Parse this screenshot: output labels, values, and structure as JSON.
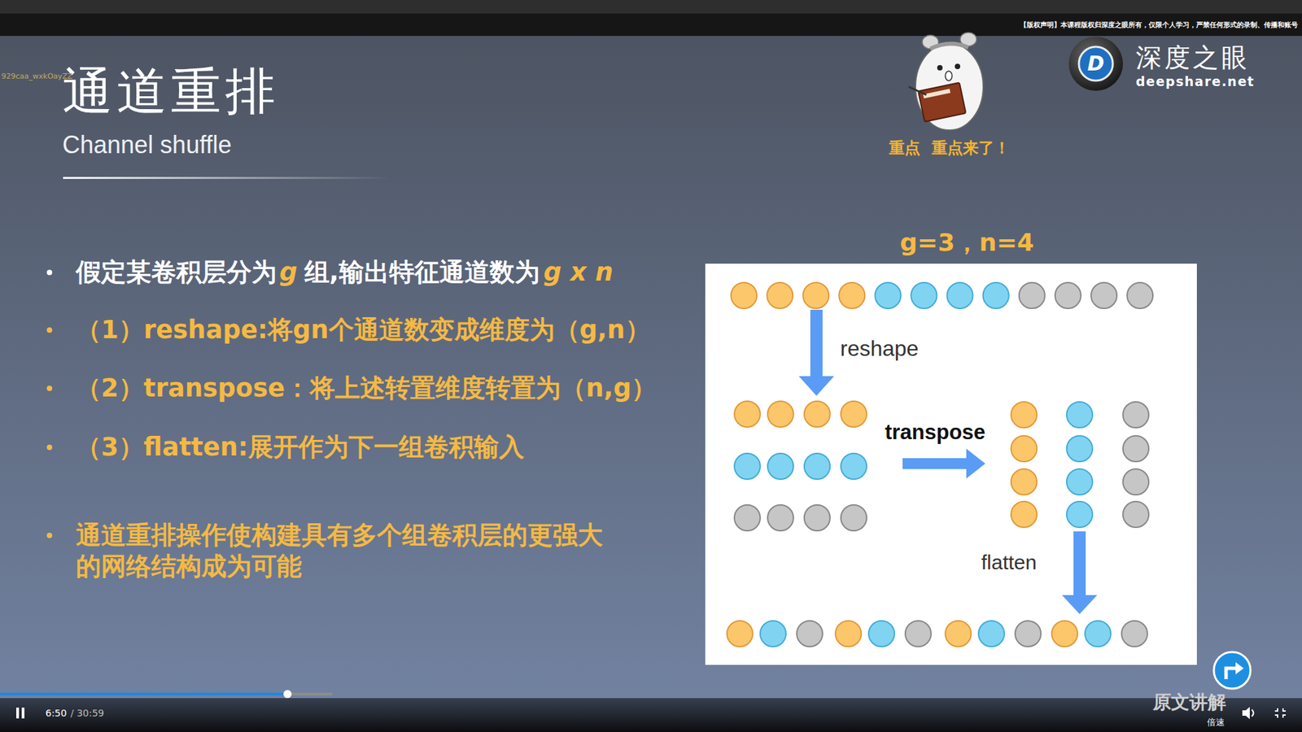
{
  "diagram": {
    "title": "通道重排",
    "labels": [
      "【版权声明】本课程版权归深度之眼所有，仅限个人学习，严禁任何形式的录制、传播和账号",
      "929caa_wxkOayZZ",
      "Channel shuffle",
      "重点  重点来了！",
      "深度之眼",
      "deepshare.net",
      "D",
      "假定某卷积层分为",
      "g",
      "组,输出特征通道数为",
      "g x n",
      "（1）reshape:将gn个通道数变成维度为（g,n）",
      "（2）transpose：将上述转置维度转置为（n,g）",
      "（3）flatten:展开作为下一组卷积输入",
      "通道重排操作使构建具有多个组卷积层的更强大的网络结构成为可能",
      "g=3，n=4",
      "reshape",
      "transpose",
      "flatten",
      "6:50",
      "/ 30:59",
      "倍速",
      "原文讲解"
    ]
  }
}
